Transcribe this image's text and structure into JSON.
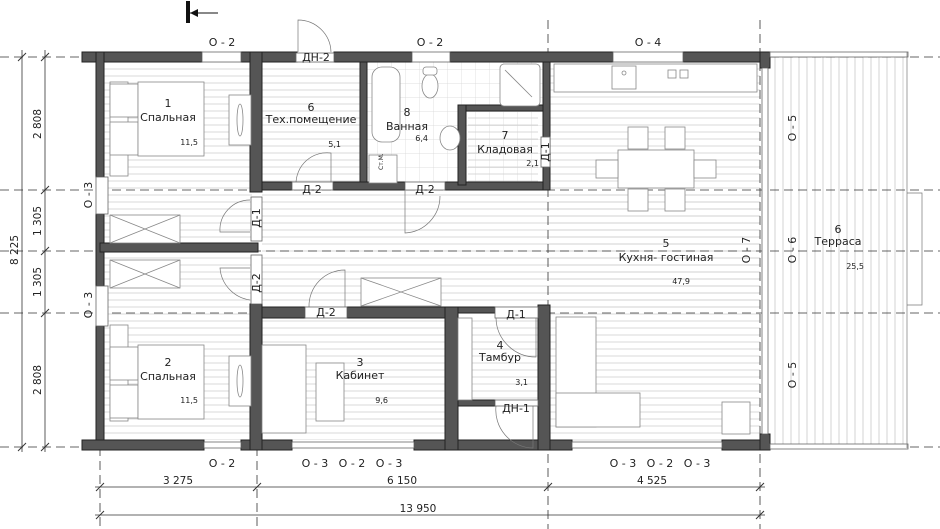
{
  "rooms": [
    {
      "number": "1",
      "name": "Спальная",
      "area": "11,5"
    },
    {
      "number": "2",
      "name": "Спальная",
      "area": "11,5"
    },
    {
      "number": "3",
      "name": "Кабинет",
      "area": "9,6"
    },
    {
      "number": "4",
      "name": "Тамбур",
      "area": "3,1"
    },
    {
      "number": "5",
      "name": "Кухня- гостиная",
      "area": "47,9"
    },
    {
      "number": "6",
      "name": "Тех.помещение",
      "area": "5,1"
    },
    {
      "number": "7",
      "name": "Кладовая",
      "area": "2,1"
    },
    {
      "number": "8",
      "name": "Ванная",
      "area": "6,4"
    },
    {
      "number": "6",
      "name": "Терраса",
      "area": "25,5"
    }
  ],
  "windows": {
    "top": [
      "О - 2",
      "О - 2",
      "О - 4"
    ],
    "bottom_left": "О - 2",
    "bottom_middle": "О - 3   О - 2   О - 3",
    "bottom_right": "О - 3   О - 2   О - 3",
    "left": [
      "О - 3",
      "О - 3"
    ],
    "terrace": [
      "О - 5",
      "О - 6",
      "О - 5"
    ],
    "living_right": "О - 7"
  },
  "doors": {
    "exterior_top": "ДН-2",
    "tech_room": "Д-2",
    "bathroom": "Д-2",
    "bedroom1": "Д-1",
    "bedroom2": "Д-2",
    "cabinet": "Д-2",
    "tambour_inner": "Д-1",
    "exterior_bottom": "ДН-1",
    "storage": "Д-1"
  },
  "dimensions": {
    "left": [
      "2 808",
      "1 305",
      "1 305",
      "2 808"
    ],
    "left_total": "8 225",
    "bottom": [
      "3 275",
      "6 150",
      "4 525"
    ],
    "bottom_total": "13 950"
  },
  "fixtures": {
    "boiler_label": "Ст.М."
  }
}
